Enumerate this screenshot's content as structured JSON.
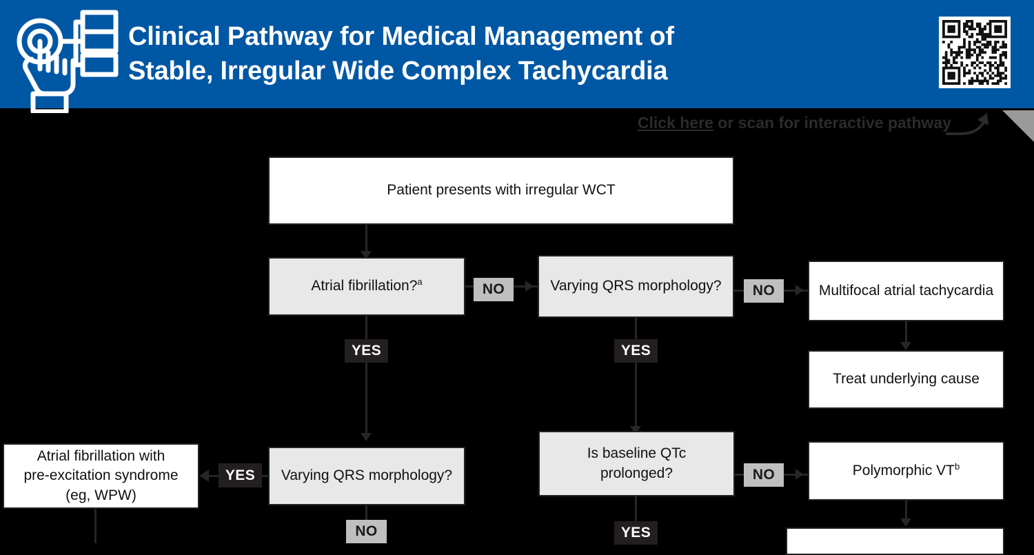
{
  "header": {
    "title_line1": "Clinical Pathway for Medical Management of",
    "title_line2": "Stable, Irregular Wide Complex Tachycardia",
    "brand_blue": "#0057A4",
    "icon_name": "hand-tapping-flowchart-icon",
    "qr_name": "qr-code"
  },
  "interactive_strip": {
    "link_text": "Click here",
    "rest_text": " or scan for interactive pathway",
    "arrow_name": "curved-arrow-up-right-icon"
  },
  "nodes": {
    "start": {
      "text": "Patient presents with irregular WCT",
      "type": "outcome"
    },
    "afib_q": {
      "text": "Atrial fibrillation?",
      "sup": "a",
      "type": "decision"
    },
    "varying_qrs_mid": {
      "text": "Varying QRS morphology?",
      "type": "decision"
    },
    "multifocal": {
      "text": "Multifocal atrial tachycardia",
      "type": "outcome"
    },
    "treat_cause": {
      "text": "Treat underlying cause",
      "type": "outcome"
    },
    "afib_preexcitation": {
      "line1": "Atrial fibrillation with",
      "line2": "pre-excitation syndrome",
      "line3": "(eg, WPW)",
      "type": "outcome"
    },
    "varying_qrs_low": {
      "text": "Varying QRS morphology?",
      "type": "decision"
    },
    "qtc_q": {
      "line1": "Is baseline QTc",
      "line2": "prolonged?",
      "type": "decision"
    },
    "polymorphic_vt": {
      "text": "Polymorphic VT",
      "sup": "b",
      "type": "outcome"
    },
    "bottom_right_partial": {
      "text": "",
      "type": "outcome"
    }
  },
  "branch_labels": {
    "afib_no": "NO",
    "afib_yes": "YES",
    "varying_mid_no": "NO",
    "varying_mid_yes": "YES",
    "varying_low_yes": "YES",
    "varying_low_no": "NO",
    "qtc_no": "NO",
    "qtc_yes": "YES"
  },
  "colors": {
    "decision_fill": "#e8e8e8",
    "outcome_fill": "#ffffff",
    "yes_badge": "#231f20",
    "no_badge": "#bfbfbf",
    "stroke": "#222222",
    "background": "#000000"
  }
}
